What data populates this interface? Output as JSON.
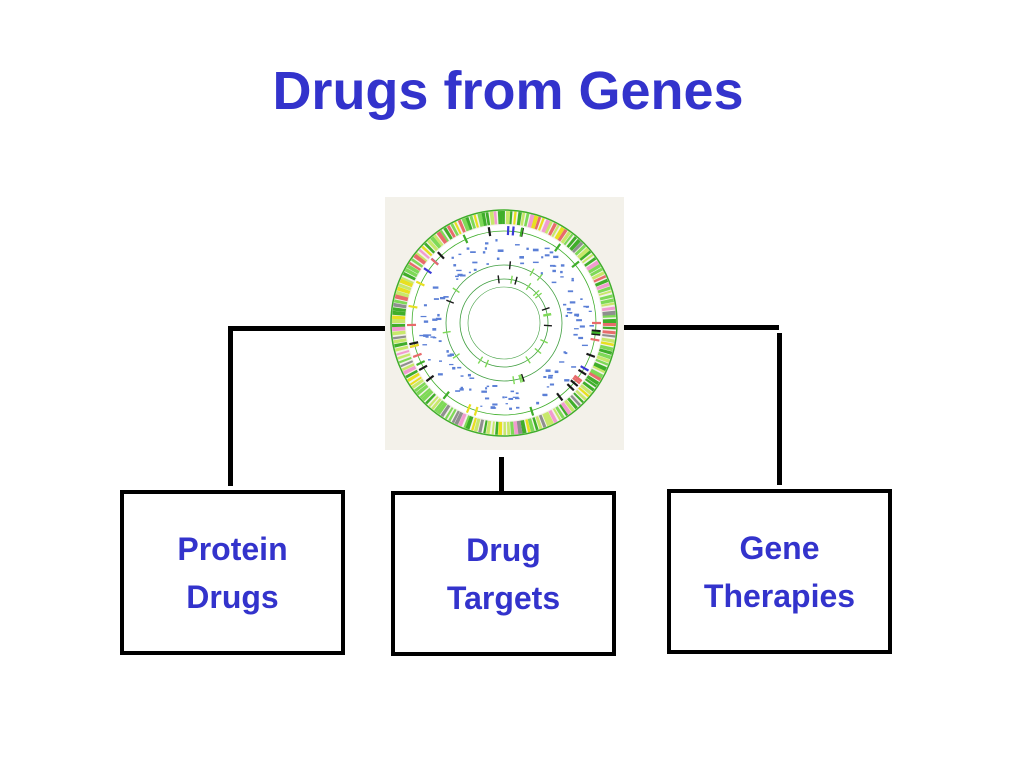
{
  "title": "Drugs from Genes",
  "genome_image": {
    "icon": "circular-genome-map-icon",
    "background": "#f3f1ea",
    "ring_colors": [
      "#7ed957",
      "#3fae2a",
      "#c8e86b",
      "#e86b6b",
      "#f29bd0",
      "#3a3ad6",
      "#e8e020",
      "#8f8f8f",
      "#1a1a1a"
    ],
    "annotation_color": "#5b7fd6",
    "inner_ring_color": "#3f9e3f"
  },
  "categories": [
    {
      "line1": "Protein",
      "line2": "Drugs"
    },
    {
      "line1": "Drug",
      "line2": "Targets"
    },
    {
      "line1": "Gene",
      "line2": "Therapies"
    }
  ],
  "colors": {
    "title": "#3333cc",
    "label": "#3333cc",
    "lines": "#000000"
  }
}
